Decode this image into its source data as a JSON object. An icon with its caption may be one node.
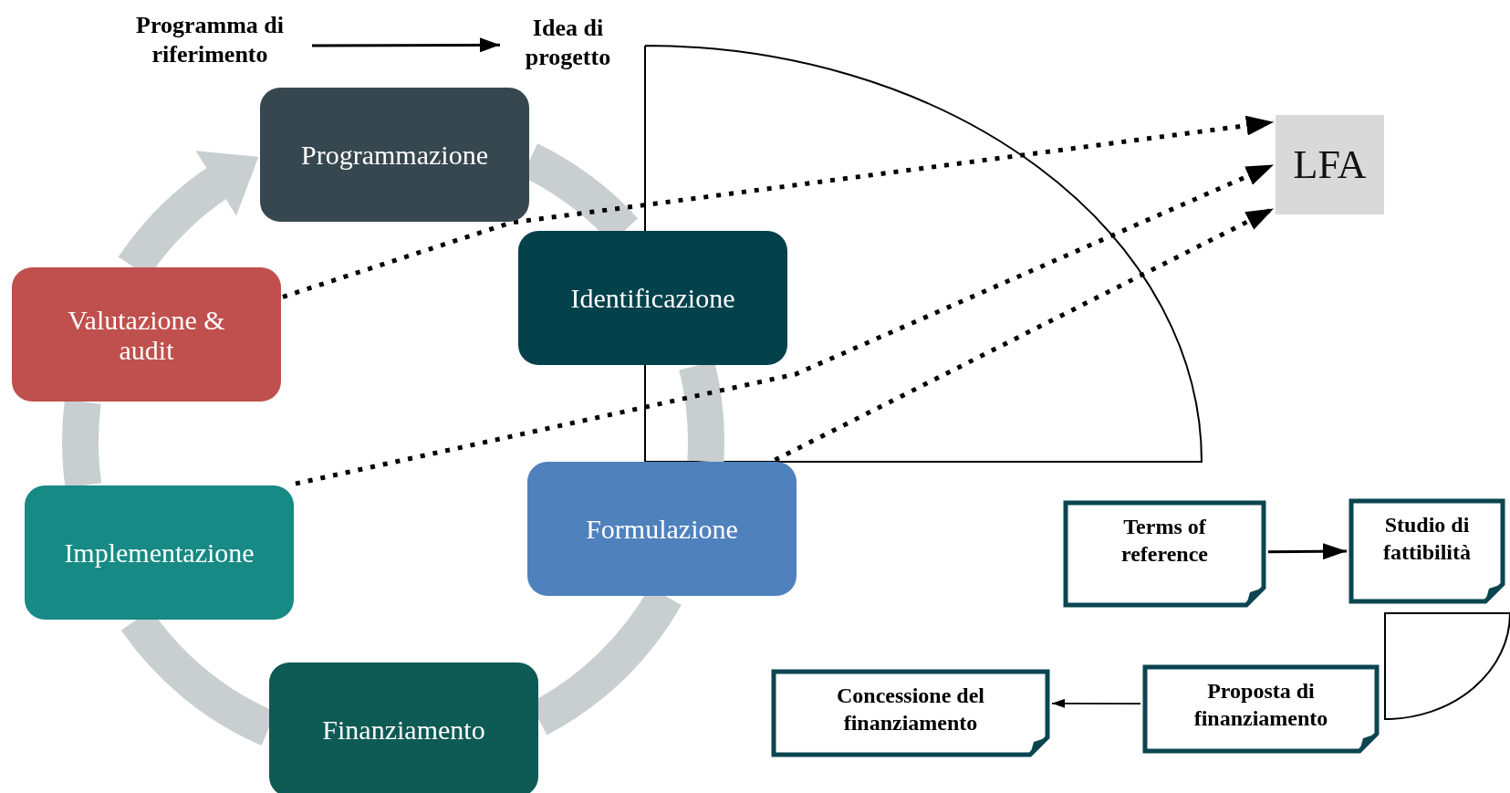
{
  "diagram": {
    "nodes": [
      {
        "text": [
          "Programma di riferimento"
        ]
      },
      {
        "text": [
          "Idea di progetto"
        ]
      },
      {
        "text": [
          "Programmazione"
        ]
      },
      {
        "text": [
          "LFA"
        ]
      },
      {
        "text": [
          "Valutazione & audit"
        ]
      },
      {
        "text": [
          "Identificazione"
        ]
      },
      {
        "text": [
          "Formulazione"
        ]
      },
      {
        "text": [
          "Implementazione"
        ]
      },
      {
        "text": [
          "Terms of reference"
        ]
      },
      {
        "text": [
          "Studio di fattibilità"
        ]
      },
      {
        "text": [
          "Concessione del finanziamento"
        ]
      },
      {
        "text": [
          "Proposta di finanziamento"
        ]
      },
      {
        "text": [
          "Finanziamento"
        ]
      }
    ],
    "edges": [
      {
        "from": 0,
        "to": 1,
        "arrow": "to"
      },
      {
        "from": 2,
        "to": 5,
        "arrow": "none",
        "style": "thick",
        "color": "#c9cfd1"
      },
      {
        "from": 5,
        "to": 6,
        "arrow": "none",
        "style": "thick",
        "color": "#c9cfd1"
      },
      {
        "from": 6,
        "to": 12,
        "arrow": "none",
        "style": "thick",
        "color": "#c9cfd1"
      },
      {
        "from": 12,
        "to": 7,
        "arrow": "none",
        "style": "thick",
        "color": "#c9cfd1"
      },
      {
        "from": 7,
        "to": 4,
        "arrow": "none",
        "style": "thick",
        "color": "#c9cfd1"
      },
      {
        "from": 4,
        "to": 2,
        "arrow": "to",
        "style": "thick",
        "color": "#c9cfd1"
      },
      {
        "from": 4,
        "to": 3,
        "arrow": "to",
        "style": "dashed"
      },
      {
        "from": 7,
        "to": 3,
        "arrow": "to",
        "style": "dashed"
      },
      {
        "from": 6,
        "to": 3,
        "arrow": "to",
        "style": "dashed"
      },
      {
        "from": 8,
        "to": 9,
        "arrow": "to"
      },
      {
        "from": 11,
        "to": 10,
        "arrow": "to"
      }
    ]
  }
}
